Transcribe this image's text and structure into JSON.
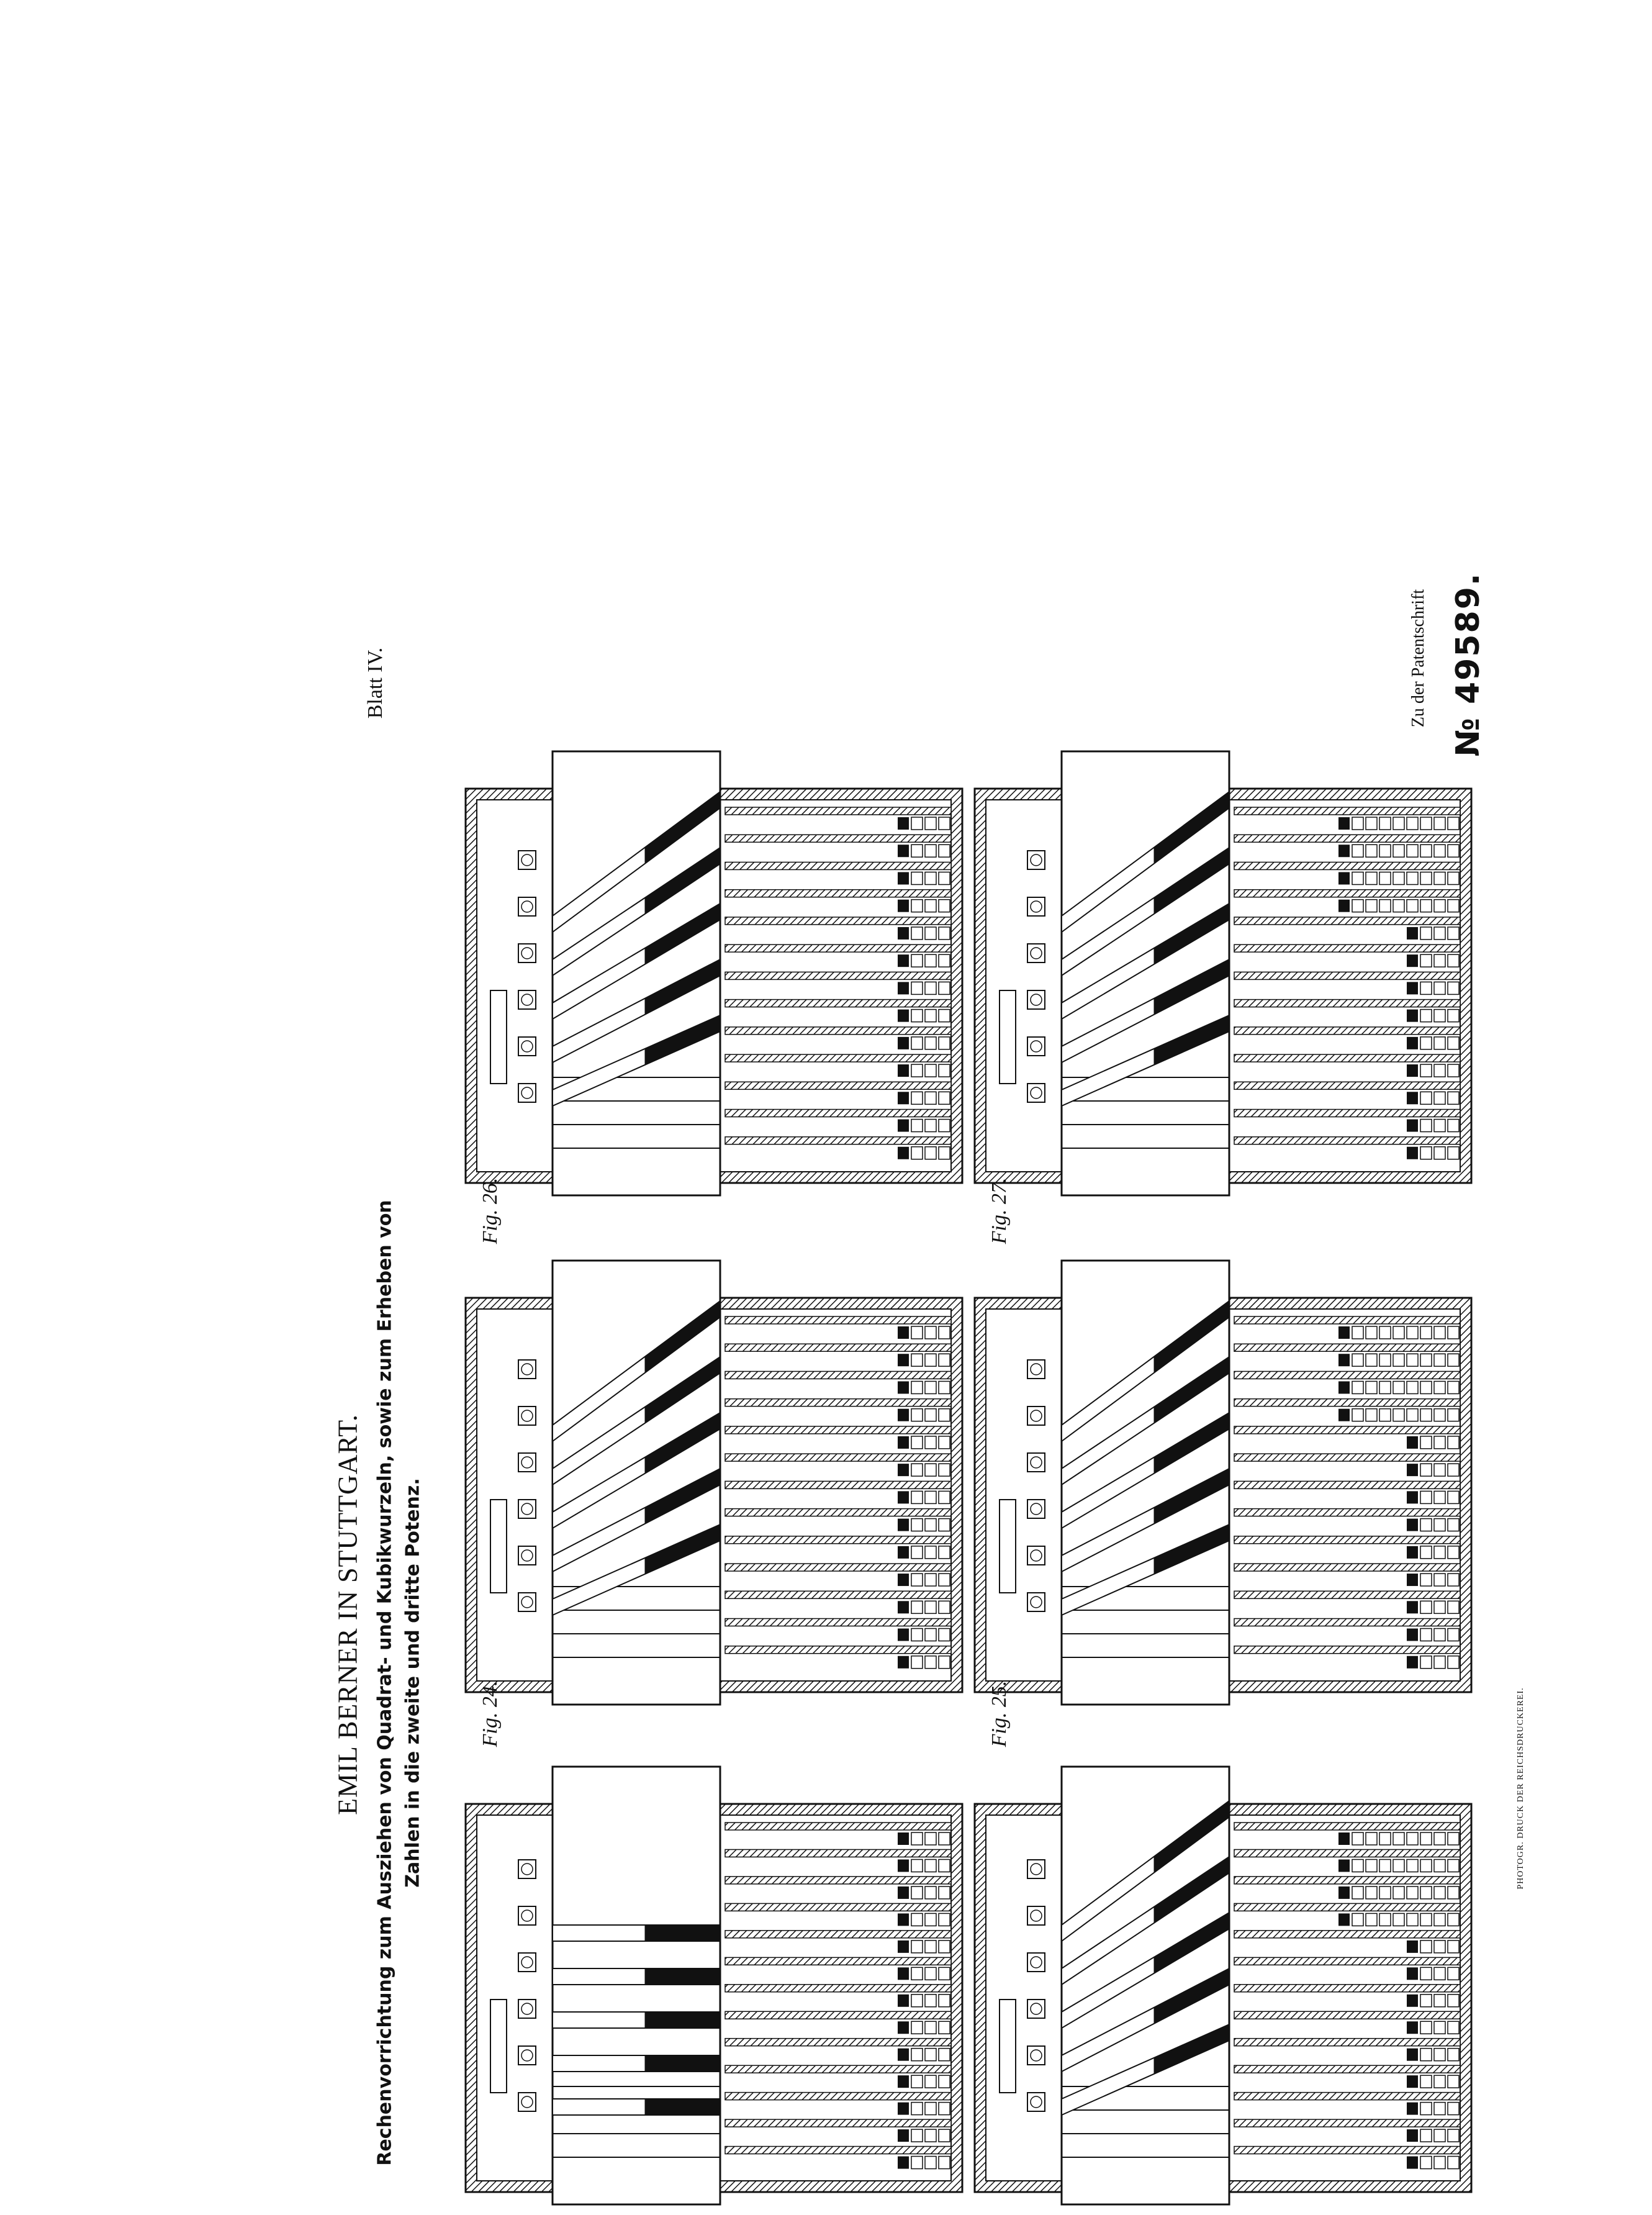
{
  "header": {
    "title": "EMIL BERNER IN STUTTGART.",
    "subtitle_line1": "Rechenvorrichtung zum Ausziehen von Quadrat- und Kubikwurzeln, sowie zum Erheben von",
    "subtitle_line2": "Zahlen in die zweite und dritte Potenz."
  },
  "sheet": {
    "label": "Blatt IV."
  },
  "patent": {
    "caption": "Zu der Patentschrift",
    "number": "№ 49589."
  },
  "printer": {
    "credit": "PHOTOGR. DRUCK DER REICHSDRUCKEREI."
  },
  "figures": [
    {
      "label": ""
    },
    {
      "label": ""
    },
    {
      "label": "Fig. 24."
    },
    {
      "label": "Fig. 25."
    },
    {
      "label": "Fig. 26."
    },
    {
      "label": "Fig. 27."
    }
  ]
}
